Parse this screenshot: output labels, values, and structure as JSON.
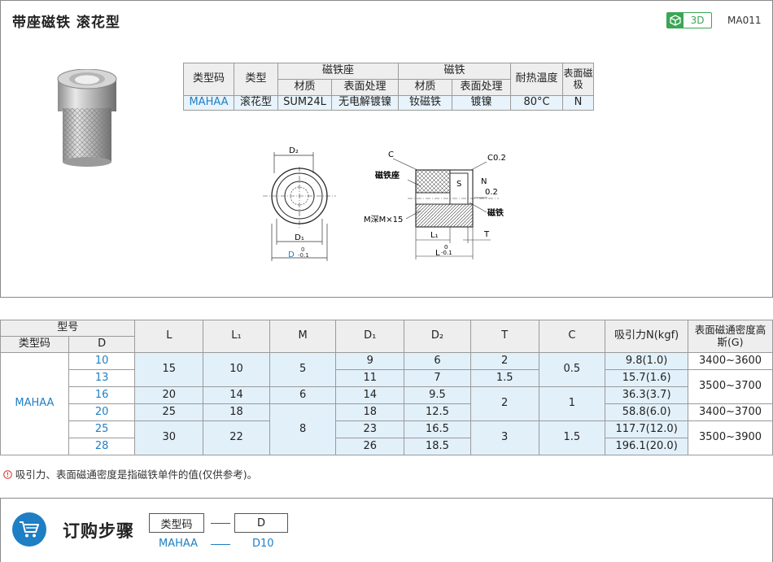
{
  "header": {
    "title": "带座磁铁  滚花型",
    "btn_3d": "3D",
    "code": "MA011"
  },
  "type_table": {
    "headers": {
      "type_code": "类型码",
      "type": "类型",
      "seat": "磁铁座",
      "magnet": "磁铁",
      "temp": "耐热温度",
      "pole": "表面磁极",
      "material": "材质",
      "surface": "表面处理"
    },
    "row": {
      "type_code": "MAHAA",
      "type": "滚花型",
      "seat_material": "SUM24L",
      "seat_surface": "无电解镀镍",
      "magnet_material": "钕磁铁",
      "magnet_surface": "镀镍",
      "temp": "80°C",
      "pole": "N"
    }
  },
  "drawing": {
    "front": {
      "d2": "D₂",
      "d1": "D₁",
      "d": "D",
      "tol_top": "0",
      "tol_bot": "-0.1"
    },
    "side": {
      "c": "C",
      "c02": "C0.2",
      "seat": "磁铁座",
      "s": "S",
      "n": "N",
      "n_val": "0.2",
      "m": "M深M×15",
      "magnet": "磁铁",
      "l1": "L₁",
      "t": "T",
      "l": "L",
      "tol_top": "0",
      "tol_bot": "-0.1"
    }
  },
  "dim_table": {
    "headers": {
      "model": "型号",
      "type_code": "类型码",
      "d": "D",
      "l": "L",
      "l1": "L₁",
      "m": "M",
      "d1": "D₁",
      "d2": "D₂",
      "t": "T",
      "c": "C",
      "force": "吸引力N(kgf)",
      "density": "表面磁通密度高斯(G)"
    },
    "type_code": "MAHAA",
    "rows": [
      {
        "d": "10",
        "d1": "9",
        "d2": "6",
        "force": "9.8(1.0)"
      },
      {
        "d": "13",
        "d1": "11",
        "d2": "7",
        "force": "15.7(1.6)"
      },
      {
        "d": "16",
        "d1": "14",
        "d2": "9.5",
        "force": "36.3(3.7)"
      },
      {
        "d": "20",
        "d1": "18",
        "d2": "12.5",
        "force": "58.8(6.0)"
      },
      {
        "d": "25",
        "d1": "23",
        "d2": "16.5",
        "force": "117.7(12.0)"
      },
      {
        "d": "28",
        "d1": "26",
        "d2": "18.5",
        "force": "196.1(20.0)"
      }
    ],
    "merged": {
      "l_a": "15",
      "l1_a": "10",
      "m_a": "5",
      "l_b": "20",
      "l1_b": "14",
      "m_b": "6",
      "l_c": "25",
      "l1_c": "18",
      "l_d": "30",
      "l1_d": "22",
      "m_c": "8",
      "t_a": "2",
      "t_b": "1.5",
      "t_c": "2",
      "t_d": "3",
      "c_a": "0.5",
      "c_b": "1",
      "c_c": "1.5",
      "g_a": "3400~3600",
      "g_b": "3500~3700",
      "g_c": "3400~3700",
      "g_d": "3500~3900"
    }
  },
  "note": {
    "icon": "!",
    "text": "吸引力、表面磁通密度是指磁铁单件的值(仅供参考)。"
  },
  "order": {
    "title": "订购步骤",
    "box1": "类型码",
    "box2": "D",
    "val1": "MAHAA",
    "val2": "D10"
  },
  "colors": {
    "accent": "#1e7fc4",
    "green": "#3aa655",
    "warn": "#d9322c"
  }
}
